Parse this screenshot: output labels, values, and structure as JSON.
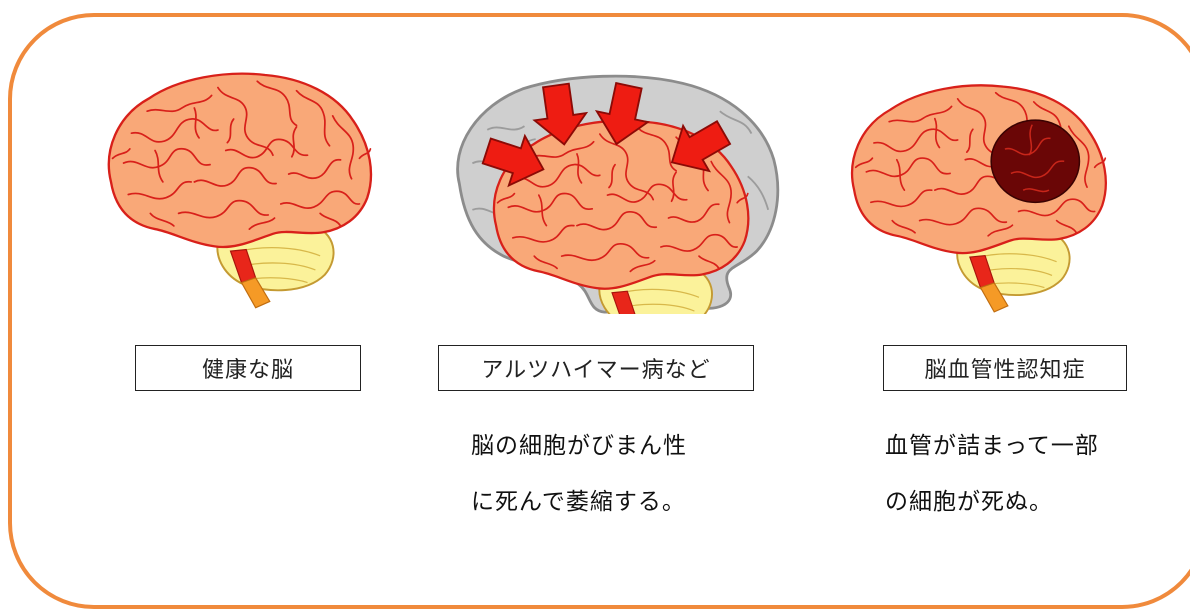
{
  "labels": {
    "healthy": "健康な脳",
    "alzheimer": "アルツハイマー病など",
    "vascular": "脳血管性認知症"
  },
  "captions": {
    "alzheimer_line1": "脳の細胞がびまん性",
    "alzheimer_line2": "に死んで萎縮する。",
    "vascular_line1": "血管が詰まって一部",
    "vascular_line2": "の細胞が死ぬ。"
  },
  "colors": {
    "frame": "#f08a3c",
    "cerebrum": "#f9a878",
    "sulci": "#d8201a",
    "cerebellum": "#fbf29a",
    "cerebellum_outline": "#c49a32",
    "brainstem": "#e8261a",
    "spinal": "#f59a26",
    "shrunk_outline": "#8c8c8c",
    "shrunk_fill": "#c9c9c9",
    "arrow": "#ee1c12",
    "infarct": "#6a0606"
  }
}
